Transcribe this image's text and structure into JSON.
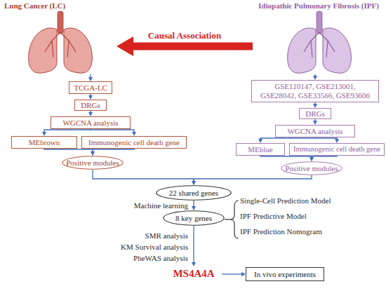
{
  "diagram": {
    "nodes": [
      {
        "text": [
          "Lung Cancer (LC)"
        ]
      },
      {
        "text": [
          "Idiopathic Pulmonary Fibrosis (IPF)"
        ]
      },
      {
        "text": [
          "TCGA-LC"
        ]
      },
      {
        "text": [
          "DRGs"
        ]
      },
      {
        "text": [
          "WGCNA analysis"
        ]
      },
      {
        "text": [
          "MEbrown"
        ]
      },
      {
        "text": [
          "Immunogenic cell death gene"
        ]
      },
      {
        "text": [
          "Positive modules"
        ]
      },
      {
        "text": [
          "GSE110147, GSE213001, GSE28042, GSE33566, GSE93606"
        ]
      },
      {
        "text": [
          "DRGs"
        ]
      },
      {
        "text": [
          "WGCNA analysis"
        ]
      },
      {
        "text": [
          "MEblue"
        ]
      },
      {
        "text": [
          "Immunogenic cell death gene"
        ]
      },
      {
        "text": [
          "Positive modules"
        ]
      },
      {
        "text": [
          "22 shared genes"
        ]
      },
      {
        "text": [
          "8 key genes"
        ]
      },
      {
        "text": [
          "MS4A4A"
        ]
      },
      {
        "text": [
          "In vivo experiments"
        ]
      }
    ],
    "edges": [
      {
        "from": 1,
        "to": 0,
        "arrow": "to",
        "label": "Causal Association"
      },
      {
        "from": 0,
        "to": 2,
        "arrow": "to"
      },
      {
        "from": 2,
        "to": 3,
        "arrow": "to"
      },
      {
        "from": 3,
        "to": 4,
        "arrow": "to"
      },
      {
        "from": 4,
        "to": 5,
        "arrow": "to"
      },
      {
        "from": 4,
        "to": 6,
        "arrow": "to"
      },
      {
        "from": 5,
        "to": 7,
        "arrow": "to"
      },
      {
        "from": 6,
        "to": 7,
        "arrow": "to"
      },
      {
        "from": 1,
        "to": 8,
        "arrow": "to"
      },
      {
        "from": 8,
        "to": 9,
        "arrow": "to"
      },
      {
        "from": 9,
        "to": 10,
        "arrow": "to"
      },
      {
        "from": 10,
        "to": 11,
        "arrow": "to"
      },
      {
        "from": 10,
        "to": 12,
        "arrow": "to"
      },
      {
        "from": 11,
        "to": 13,
        "arrow": "to"
      },
      {
        "from": 12,
        "to": 13,
        "arrow": "to"
      },
      {
        "from": 7,
        "to": 14,
        "arrow": "to"
      },
      {
        "from": 13,
        "to": 14,
        "arrow": "to"
      },
      {
        "from": 14,
        "to": 15,
        "arrow": "to",
        "label": "Machine learning"
      },
      {
        "from": 15,
        "to": 16,
        "arrow": "to"
      },
      {
        "from": 16,
        "to": 17,
        "arrow": "to"
      }
    ],
    "labels": [
      "SMR analysis",
      "KM Survival analysis",
      "PheWAS analysis",
      "Single-Cell Prediction Model",
      "IPF Predictive Model",
      "IPF Prediction Nomogram"
    ]
  }
}
